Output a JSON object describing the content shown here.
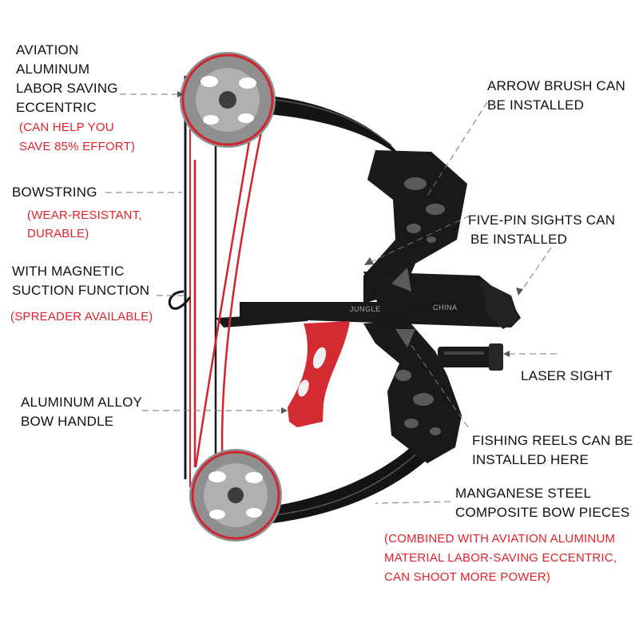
{
  "colors": {
    "label": "#111111",
    "note": "#e0222a",
    "limb": "#141414",
    "grip": "#d42a32",
    "cam": "#8f8f8f",
    "string": "#d02430"
  },
  "riser_markings": {
    "left": "JUNGLE",
    "right": "CHINA"
  },
  "callouts": [
    {
      "id": "eccentric",
      "lines": [
        "AVIATION",
        "ALUMINUM",
        "LABOR SAVING",
        "ECCENTRIC"
      ],
      "notes": [
        "(CAN HELP YOU",
        "SAVE 85% EFFORT)"
      ]
    },
    {
      "id": "bowstring",
      "lines": [
        "BOWSTRING"
      ],
      "notes": [
        "(WEAR-RESISTANT,",
        "DURABLE)"
      ]
    },
    {
      "id": "magnetic",
      "lines": [
        "WITH MAGNETIC",
        "SUCTION FUNCTION"
      ],
      "notes": [
        "(SPREADER AVAILABLE)"
      ]
    },
    {
      "id": "handle",
      "lines": [
        "ALUMINUM ALLOY",
        "BOW HANDLE"
      ],
      "notes": []
    },
    {
      "id": "arrow-brush",
      "lines": [
        "ARROW BRUSH CAN",
        "BE INSTALLED"
      ],
      "notes": []
    },
    {
      "id": "sights",
      "lines": [
        "FIVE-PIN SIGHTS CAN",
        "BE INSTALLED"
      ],
      "notes": []
    },
    {
      "id": "laser",
      "lines": [
        "LASER SIGHT"
      ],
      "notes": []
    },
    {
      "id": "fishing",
      "lines": [
        "FISHING REELS CAN BE",
        "INSTALLED HERE"
      ],
      "notes": []
    },
    {
      "id": "limbs",
      "lines": [
        "MANGANESE STEEL",
        "COMPOSITE BOW PIECES"
      ],
      "notes": [
        "(COMBINED WITH AVIATION ALUMINUM",
        "MATERIAL LABOR-SAVING ECCENTRIC,",
        "CAN SHOOT MORE POWER)"
      ]
    }
  ]
}
